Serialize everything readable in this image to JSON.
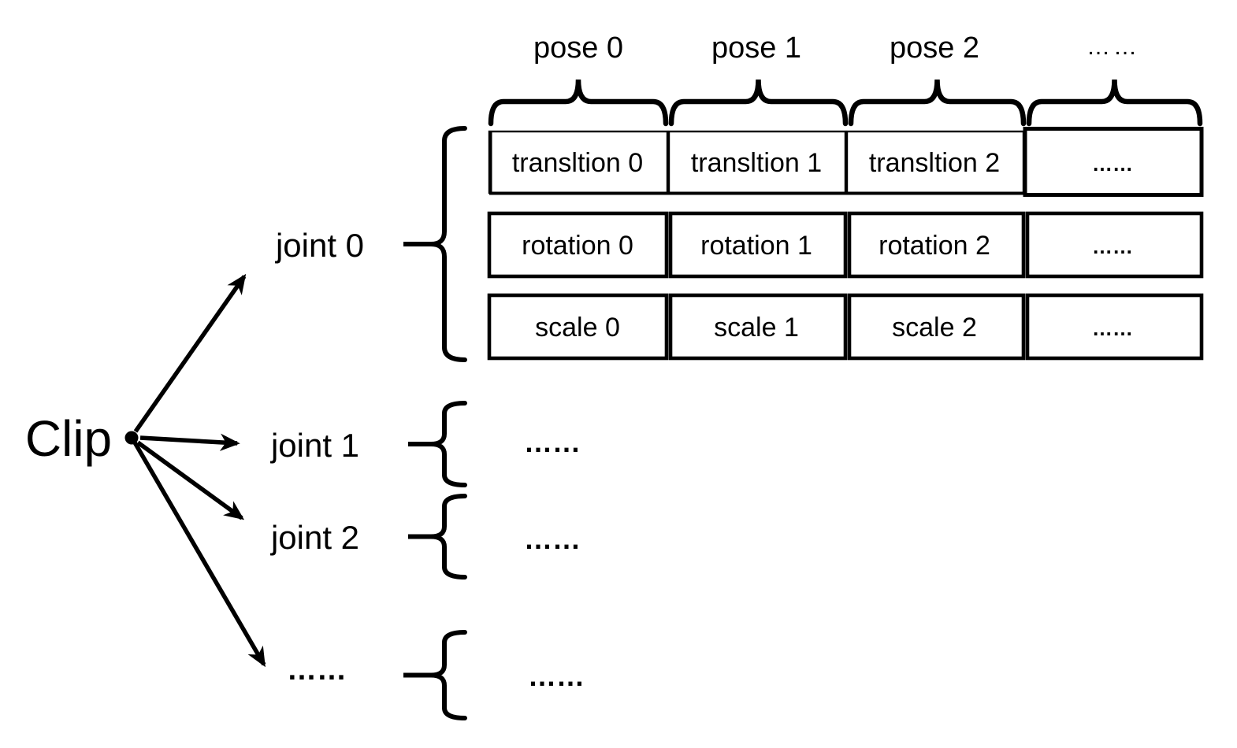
{
  "root": {
    "label": "Clip"
  },
  "pose_headers": [
    "pose 0",
    "pose 1",
    "pose 2",
    "……"
  ],
  "joints": [
    {
      "label": "joint 0"
    },
    {
      "label": "joint 1",
      "content": "……"
    },
    {
      "label": "joint 2",
      "content": "……"
    },
    {
      "label": "……",
      "content": "……"
    }
  ],
  "data_rows": [
    {
      "cells": [
        "transltion 0",
        "transltion 1",
        "transltion 2",
        "……"
      ]
    },
    {
      "cells": [
        "rotation 0",
        "rotation 1",
        "rotation 2",
        "……"
      ]
    },
    {
      "cells": [
        "scale 0",
        "scale 1",
        "scale 2",
        "……"
      ]
    }
  ]
}
